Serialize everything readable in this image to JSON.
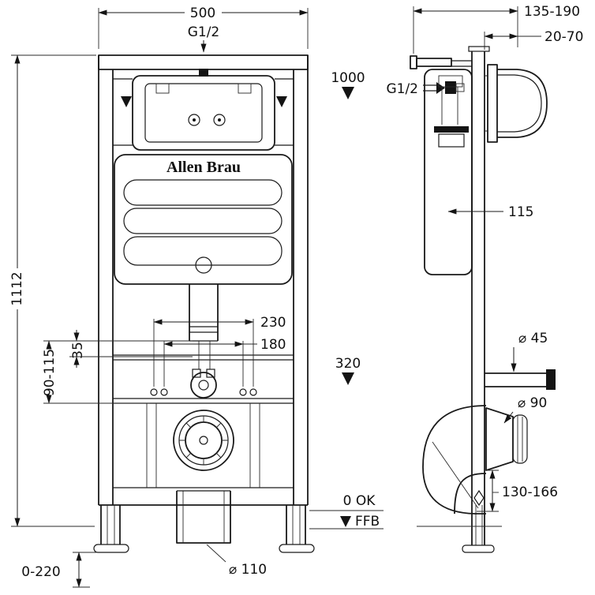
{
  "drawing": {
    "brand": "Allen Brau",
    "front": {
      "width_label": "500",
      "inlet_label": "G1/2",
      "level_top": "1000",
      "total_height": "1112",
      "bolt_spacing_outer": "230",
      "bolt_spacing_inner": "180",
      "offset_range": "90-115",
      "offset_small": "35",
      "level_inlet": "320",
      "level_zero": "0 OK",
      "floor_label": "FFB",
      "feet_range": "0-220",
      "drain_diameter": "⌀ 110"
    },
    "side": {
      "depth_range": "135-190",
      "plate_depth_range": "20-70",
      "inlet_label": "G1/2",
      "cistern_depth": "115",
      "supply_diameter": "⌀ 45",
      "outlet_diameter": "⌀ 90",
      "outlet_height_range": "130-166"
    }
  }
}
